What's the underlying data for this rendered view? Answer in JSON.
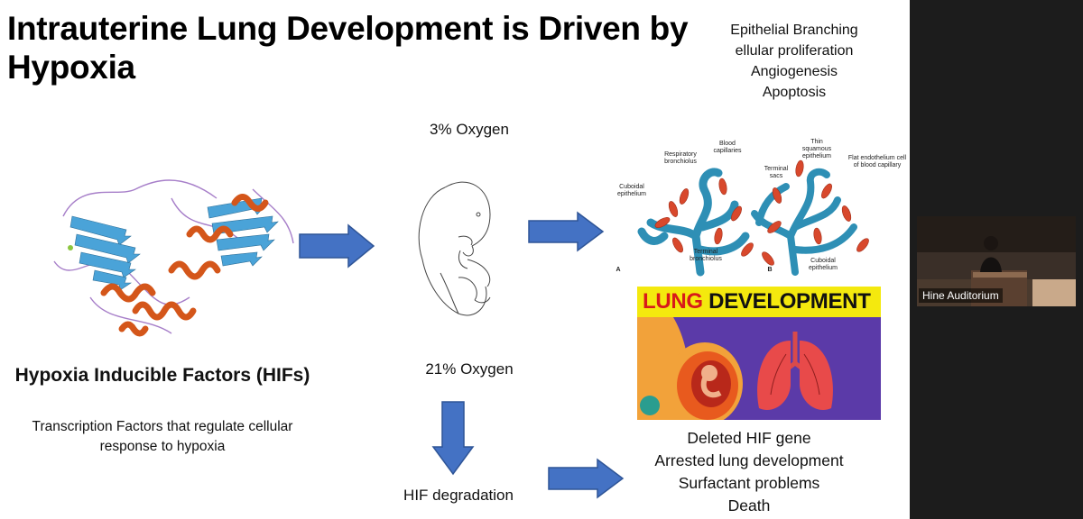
{
  "slide": {
    "title": "Intrauterine Lung Development is Driven by Hypoxia",
    "processes": [
      "Epithelial Branching",
      "ellular proliferation",
      "Angiogenesis",
      "Apoptosis"
    ],
    "oxygen_low": "3% Oxygen",
    "oxygen_high": "21% Oxygen",
    "hif_degradation": "HIF degradation",
    "hif_title": "Hypoxia Inducible Factors (HIFs)",
    "hif_subtitle": "Transcription Factors that regulate cellular response to hypoxia",
    "outcomes": [
      "Deleted HIF gene",
      "Arrested lung development",
      "Surfactant problems",
      "Death"
    ],
    "lung_banner": {
      "word1": "LUNG",
      "word2": "DEVELOPMENT"
    },
    "alveoli_labels": {
      "a": {
        "blood_capillaries": "Blood capillaries",
        "respiratory_bronchiolus": "Respiratory bronchiolus",
        "cuboidal_epithelium": "Cuboidal epithelium",
        "terminal_bronchiolus": "Terminal bronchiolus",
        "panel": "A"
      },
      "b": {
        "thin_squamous": "Thin squamous epithelium",
        "flat_endothelium": "Flat endothelium cell of blood capillary",
        "terminal_sacs": "Terminal sacs",
        "cuboidal_epithelium": "Cuboidal epithelium",
        "panel": "B"
      }
    }
  },
  "video": {
    "label": "Hine Auditorium"
  },
  "colors": {
    "arrow": "#4472c4",
    "protein_helix": "#d4561a",
    "protein_sheet": "#4aa3d8",
    "banner_yellow": "#f4e90e",
    "banner_purple": "#5b3aa8"
  }
}
